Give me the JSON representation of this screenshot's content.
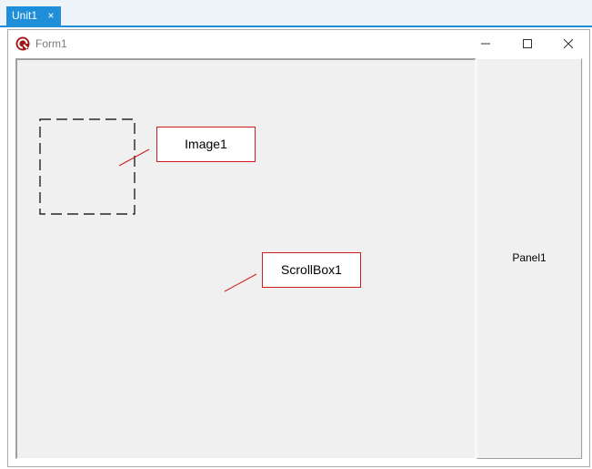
{
  "tab": {
    "label": "Unit1",
    "close_glyph": "×"
  },
  "form": {
    "title": "Form1",
    "icon": "app-icon",
    "controls": {
      "minimize": "minimize-icon",
      "maximize": "maximize-icon",
      "close": "close-icon"
    }
  },
  "panel": {
    "caption": "Panel1"
  },
  "callouts": {
    "image": "Image1",
    "scrollbox": "ScrollBox1"
  },
  "colors": {
    "accent": "#1e8fd8",
    "callout_border": "#d01c1c",
    "form_bg": "#f0f0f0"
  }
}
